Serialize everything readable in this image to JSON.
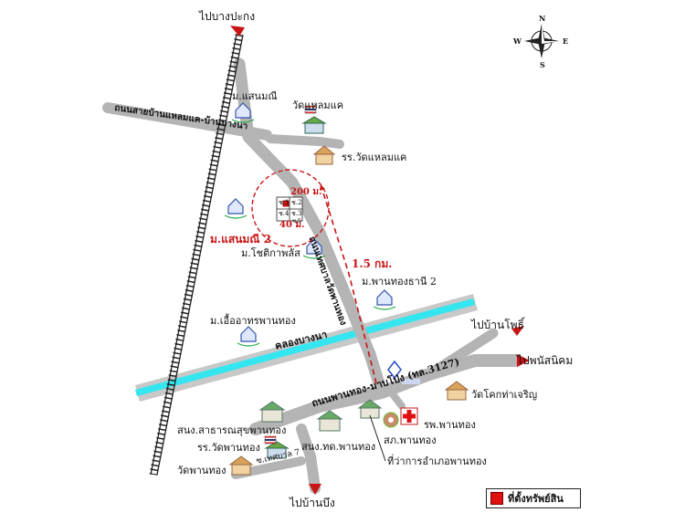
{
  "directions": {
    "north": "ไปบางปะกง",
    "south": "ไปบ้านบึง",
    "east1": "ไปบ้านโพธิ์",
    "east2": "ไปพนัสนิคม"
  },
  "compass": {
    "n": "N",
    "s": "S",
    "e": "E",
    "w": "W"
  },
  "roads": {
    "top_road": "ถนนสายบ้านแหลมแค-บ้านบางนา",
    "canal": "คลองบางนา",
    "main_road": "ถนนพานทอง-มาบโป่ง (ทล.3127)",
    "vertical_road": "ถนนเทศบาลวัดพานทอง",
    "bottom_soi": "ซ.เทศบาล 7"
  },
  "places": {
    "m_saensuk": "ม.แสนมณี",
    "wat_laemkae": "วัดแหลมแค",
    "school_laemkae": "รร.วัดแหลมแค",
    "m_saensuk2": "ม.แสนมณี 2",
    "m_chotika": "ม.โชติกาพลัส",
    "m_panthong": "ม.พานทองธานี 2",
    "m_uea": "ม.เอื้ออาทรพานทอง",
    "wat_khok": "วัดโคกท่าเจริญ",
    "hospital": "รพ.พานทอง",
    "police": "สภ.พานทอง",
    "health": "สนง.สาธารณสุขพานทอง",
    "school_wat": "รร.วัดพานทอง",
    "land_office": "สนง.ทด.พานทอง",
    "district": "ที่ว่าการอำเภอพานทอง",
    "wat_panthong": "วัดพานทอง"
  },
  "distances": {
    "d200": "200 ม.",
    "d40": "40 ม.",
    "d15": "1.5 กม."
  },
  "plots": {
    "p1": "ช.1",
    "p2": "ช.2",
    "p3": "ช.3",
    "p4": "ช.4",
    "p5": "ช.5"
  },
  "legend": {
    "label": "ที่ตั้งทรัพย์สิน"
  },
  "colors": {
    "road": "#b4b4b4",
    "canal": "#33e6f0",
    "rail": "#222222",
    "arrow": "#c81414",
    "marker": "#e01010"
  }
}
